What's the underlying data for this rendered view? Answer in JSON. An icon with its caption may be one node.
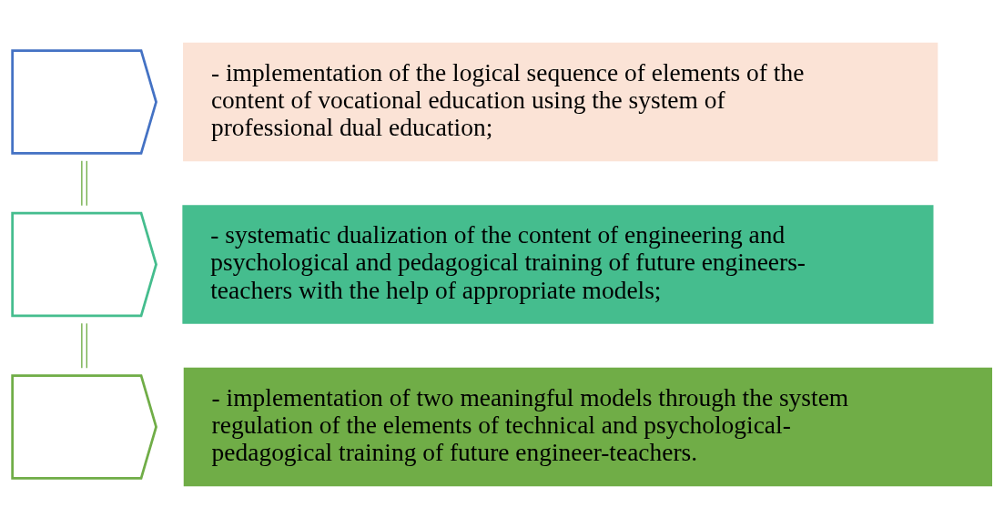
{
  "diagram": {
    "nodes": [
      {
        "text": [],
        "shape": "chevron"
      },
      {
        "text": [
          "- implementation of the logical sequence of elements of the content of vocational education using the system of professional dual education;"
        ]
      },
      {
        "text": [],
        "shape": "chevron"
      },
      {
        "text": [
          "- systematic dualization of the content of engineering and psychological and pedagogical training of future engineers-teachers with the help of appropriate models;"
        ]
      },
      {
        "text": [],
        "shape": "chevron"
      },
      {
        "text": [
          "- implementation of two meaningful models through the system regulation of the elements of technical and psychological-pedagogical training of future engineer-teachers."
        ]
      }
    ],
    "edges": [
      {
        "from": 0,
        "to": 2,
        "arrow": "none"
      },
      {
        "from": 2,
        "to": 4,
        "arrow": "none"
      }
    ]
  }
}
